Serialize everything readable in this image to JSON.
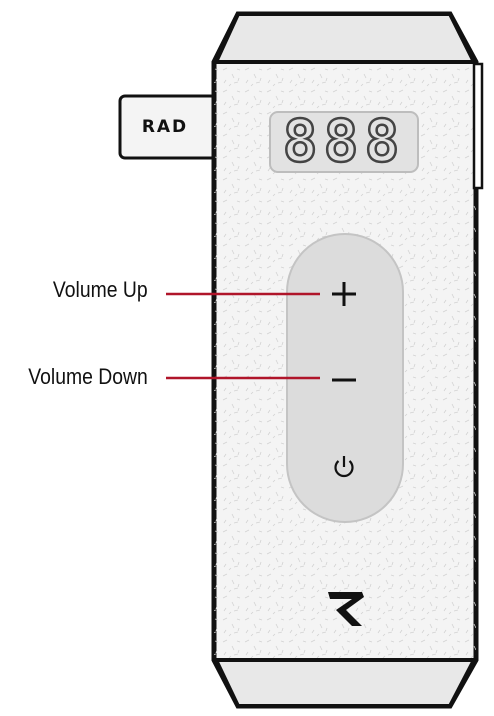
{
  "labels": {
    "volume_up": "Volume Up",
    "volume_down": "Volume Down"
  },
  "device": {
    "tab_logo": "RAD",
    "display": "888",
    "buttons": [
      {
        "name": "volume-up",
        "glyph": "plus-icon"
      },
      {
        "name": "volume-down",
        "glyph": "minus-icon"
      },
      {
        "name": "power",
        "glyph": "power-icon"
      }
    ],
    "brand_mark": "R-logo-icon"
  },
  "colors": {
    "outline": "#111111",
    "body": "#f4f4f4",
    "cap": "#e8e8e8",
    "button_panel": "#dcdcdc",
    "display_bg": "#e2e2e2",
    "leader_line": "#b0152a"
  }
}
